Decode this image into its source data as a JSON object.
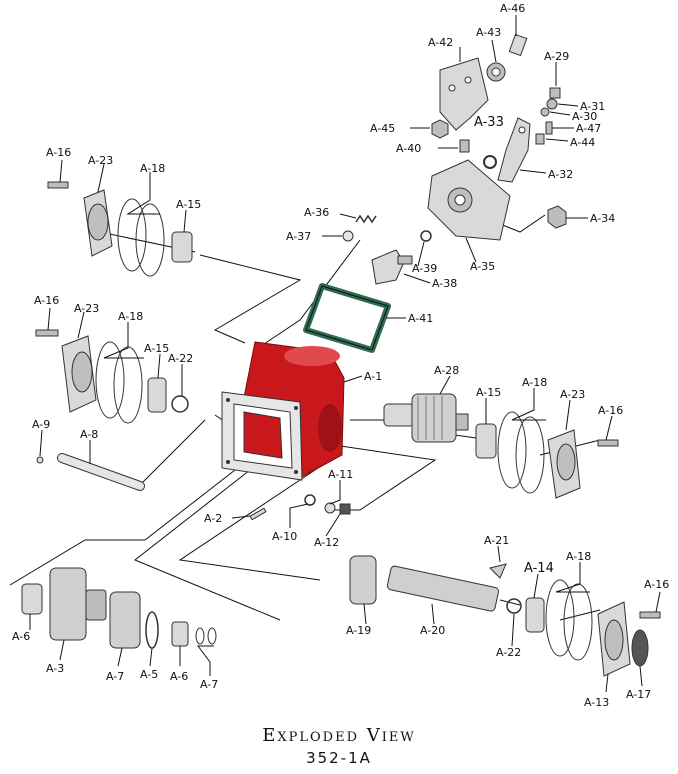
{
  "caption": {
    "title": "Exploded View",
    "model": "352-1A"
  },
  "labels": [
    "A-46",
    "A-43",
    "A-42",
    "A-29",
    "A-31",
    "A-30",
    "A-45",
    "A-33",
    "A-47",
    "A-44",
    "A-40",
    "A-32",
    "A-16",
    "A-23",
    "A-18",
    "A-15",
    "A-36",
    "A-34",
    "A-37",
    "A-35",
    "A-39",
    "A-38",
    "A-41",
    "A-16",
    "A-23",
    "A-18",
    "A-15",
    "A-22",
    "A-1",
    "A-28",
    "A-15",
    "A-18",
    "A-23",
    "A-16",
    "A-9",
    "A-8",
    "A-11",
    "A-2",
    "A-10",
    "A-12",
    "A-21",
    "A-14",
    "A-18",
    "A-16",
    "A-6",
    "A-3",
    "A-7",
    "A-5",
    "A-6",
    "A-7",
    "A-19",
    "A-20",
    "A-22",
    "A-13",
    "A-17"
  ],
  "colors": {
    "housing": "#c8181c",
    "gasket": "#2f6b4f",
    "line": "#111111",
    "metal": "#d9d9d9"
  }
}
